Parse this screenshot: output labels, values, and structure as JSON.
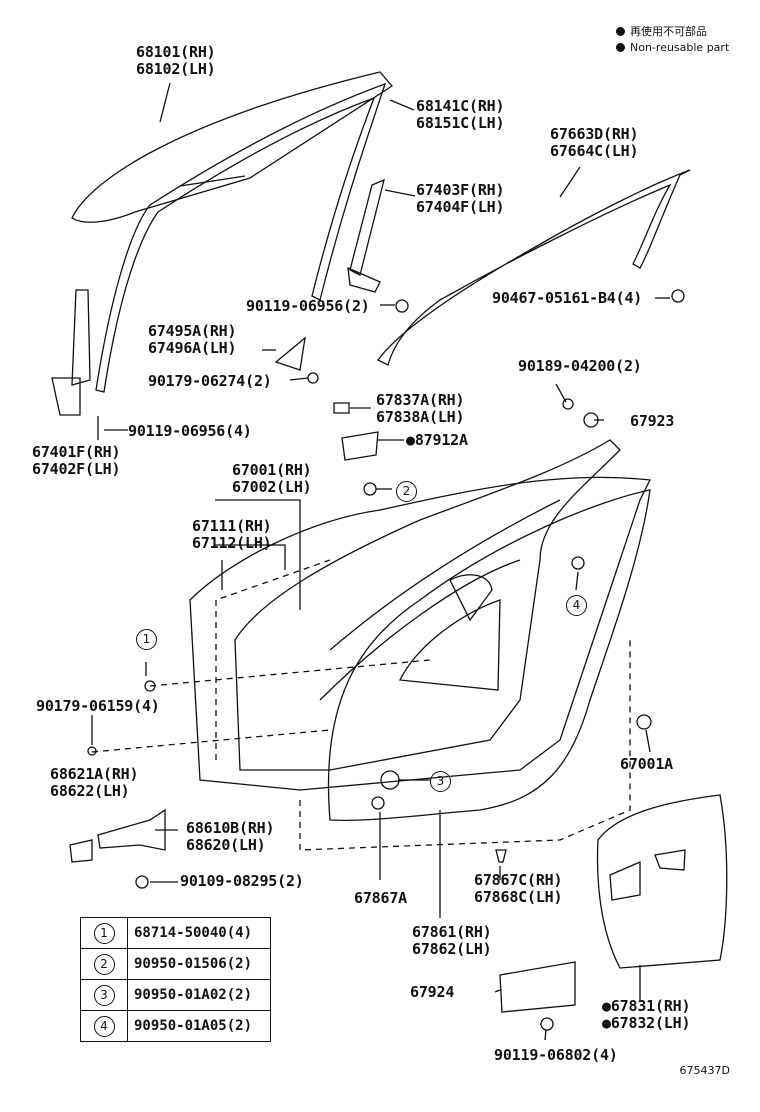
{
  "legend": {
    "jp": "再使用不可部品",
    "en": "Non-reusable part"
  },
  "diagram_code": "675437D",
  "parts": {
    "glass": [
      "68101(RH)",
      "68102(LH)"
    ],
    "run_channel": [
      "68141C(RH)",
      "68151C(LH)"
    ],
    "frame_molding": [
      "67663D(RH)",
      "67664C(LH)"
    ],
    "rear_channel": [
      "67403F(RH)",
      "67404F(LH)"
    ],
    "screw_90119_06956_2": "90119-06956(2)",
    "screw_90467": "90467-05161-B4(4)",
    "garnish": [
      "67495A(RH)",
      "67496A(LH)"
    ],
    "clip_90179_06274": "90179-06274(2)",
    "clip_90189": "90189-04200(2)",
    "front_channel": [
      "67401F(RH)",
      "67402F(LH)"
    ],
    "screw_90119_06956_4": "90119-06956(4)",
    "hole_cover": [
      "67837A(RH)",
      "67838A(LH)"
    ],
    "seal_87912A": "87912A",
    "part_67923": "67923",
    "door_panel": [
      "67001(RH)",
      "67002(LH)"
    ],
    "door_skin": [
      "67111(RH)",
      "67112(LH)"
    ],
    "screw_90179_06159": "90179-06159(4)",
    "hinge": [
      "68621A(RH)",
      "68622(LH)"
    ],
    "check": [
      "68610B(RH)",
      "68620(LH)"
    ],
    "screw_90109": "90109-08295(2)",
    "plug_67001A": "67001A",
    "plug_67867A": "67867A",
    "weatherstrip_lower": [
      "67867C(RH)",
      "67868C(LH)"
    ],
    "weatherstrip": [
      "67861(RH)",
      "67862(LH)"
    ],
    "service_hole_cover": [
      "67831(RH)",
      "67832(LH)"
    ],
    "part_67924": "67924",
    "screw_90119_06802": "90119-06802(4)"
  },
  "callouts": {
    "c1": "1",
    "c2": "2",
    "c3": "3",
    "c4": "4"
  },
  "key_table": [
    {
      "num": "1",
      "part": "68714-50040(4)"
    },
    {
      "num": "2",
      "part": "90950-01506(2)"
    },
    {
      "num": "3",
      "part": "90950-01A02(2)"
    },
    {
      "num": "4",
      "part": "90950-01A05(2)"
    }
  ]
}
